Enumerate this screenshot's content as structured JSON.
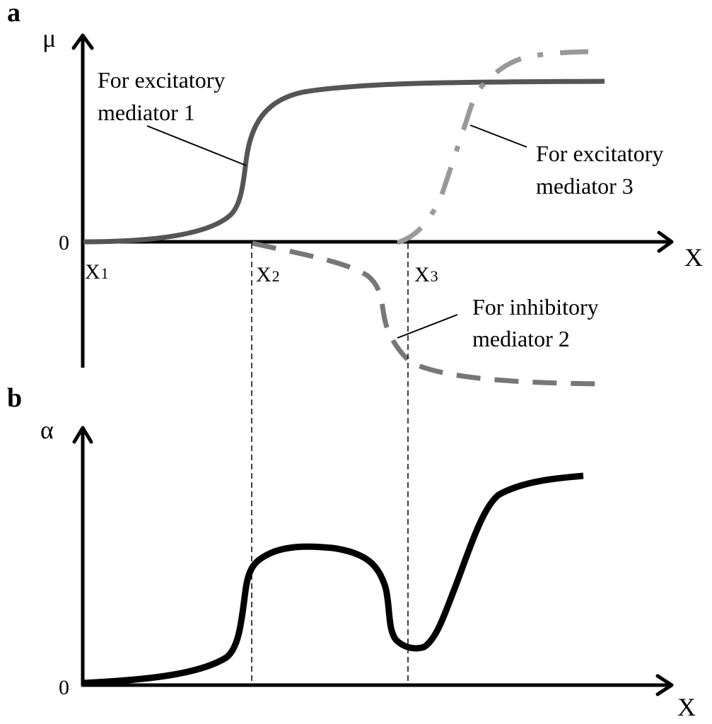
{
  "figure": {
    "panel_a": {
      "label": "a",
      "y_axis_symbol": "μ",
      "x_axis_symbol": "X",
      "origin_label": "0",
      "x_markers": [
        {
          "main": "X",
          "sub": "1"
        },
        {
          "main": "X",
          "sub": "2"
        },
        {
          "main": "X",
          "sub": "3"
        }
      ],
      "annotations": {
        "mediator1": {
          "line1": "For excitatory",
          "line2": "mediator 1"
        },
        "mediator3": {
          "line1": "For excitatory",
          "line2": "mediator 3"
        },
        "mediator2": {
          "line1": "For inhibitory",
          "line2": "mediator 2"
        }
      }
    },
    "panel_b": {
      "label": "b",
      "y_axis_symbol": "α",
      "x_axis_symbol": "X",
      "origin_label": "0"
    }
  },
  "colors": {
    "axes": "#000000",
    "mediator1": "#555555",
    "mediator2": "#777777",
    "mediator3": "#999999",
    "alpha_curve": "#000000"
  },
  "chart_data": [
    {
      "type": "line",
      "title": "a",
      "xlabel": "X",
      "ylabel": "μ",
      "x_markers": [
        "X1",
        "X2",
        "X3"
      ],
      "series": [
        {
          "name": "For excitatory mediator 1",
          "style": "solid dark gray",
          "description": "sigmoid rising from 0 near X1, steep rise just before X2, saturating at high positive level"
        },
        {
          "name": "For inhibitory mediator 2",
          "style": "dashed gray",
          "description": "starts at 0 at X2, falls negative with steep drop just before X3, saturates at negative plateau"
        },
        {
          "name": "For excitatory mediator 3",
          "style": "dash-dot light gray",
          "description": "starts at 0 at X3, steep rise, saturates slightly above mediator 1 plateau"
        }
      ]
    },
    {
      "type": "line",
      "title": "b",
      "xlabel": "X",
      "ylabel": "α",
      "x_markers": [
        "X2",
        "X3"
      ],
      "series": [
        {
          "name": "α",
          "style": "solid black",
          "description": "near 0 from origin, rises steeply just before X2 to a plateau/hump, dips sharply just before X3 to a low minimum, then rises steeply to a high saturating level"
        }
      ]
    }
  ]
}
